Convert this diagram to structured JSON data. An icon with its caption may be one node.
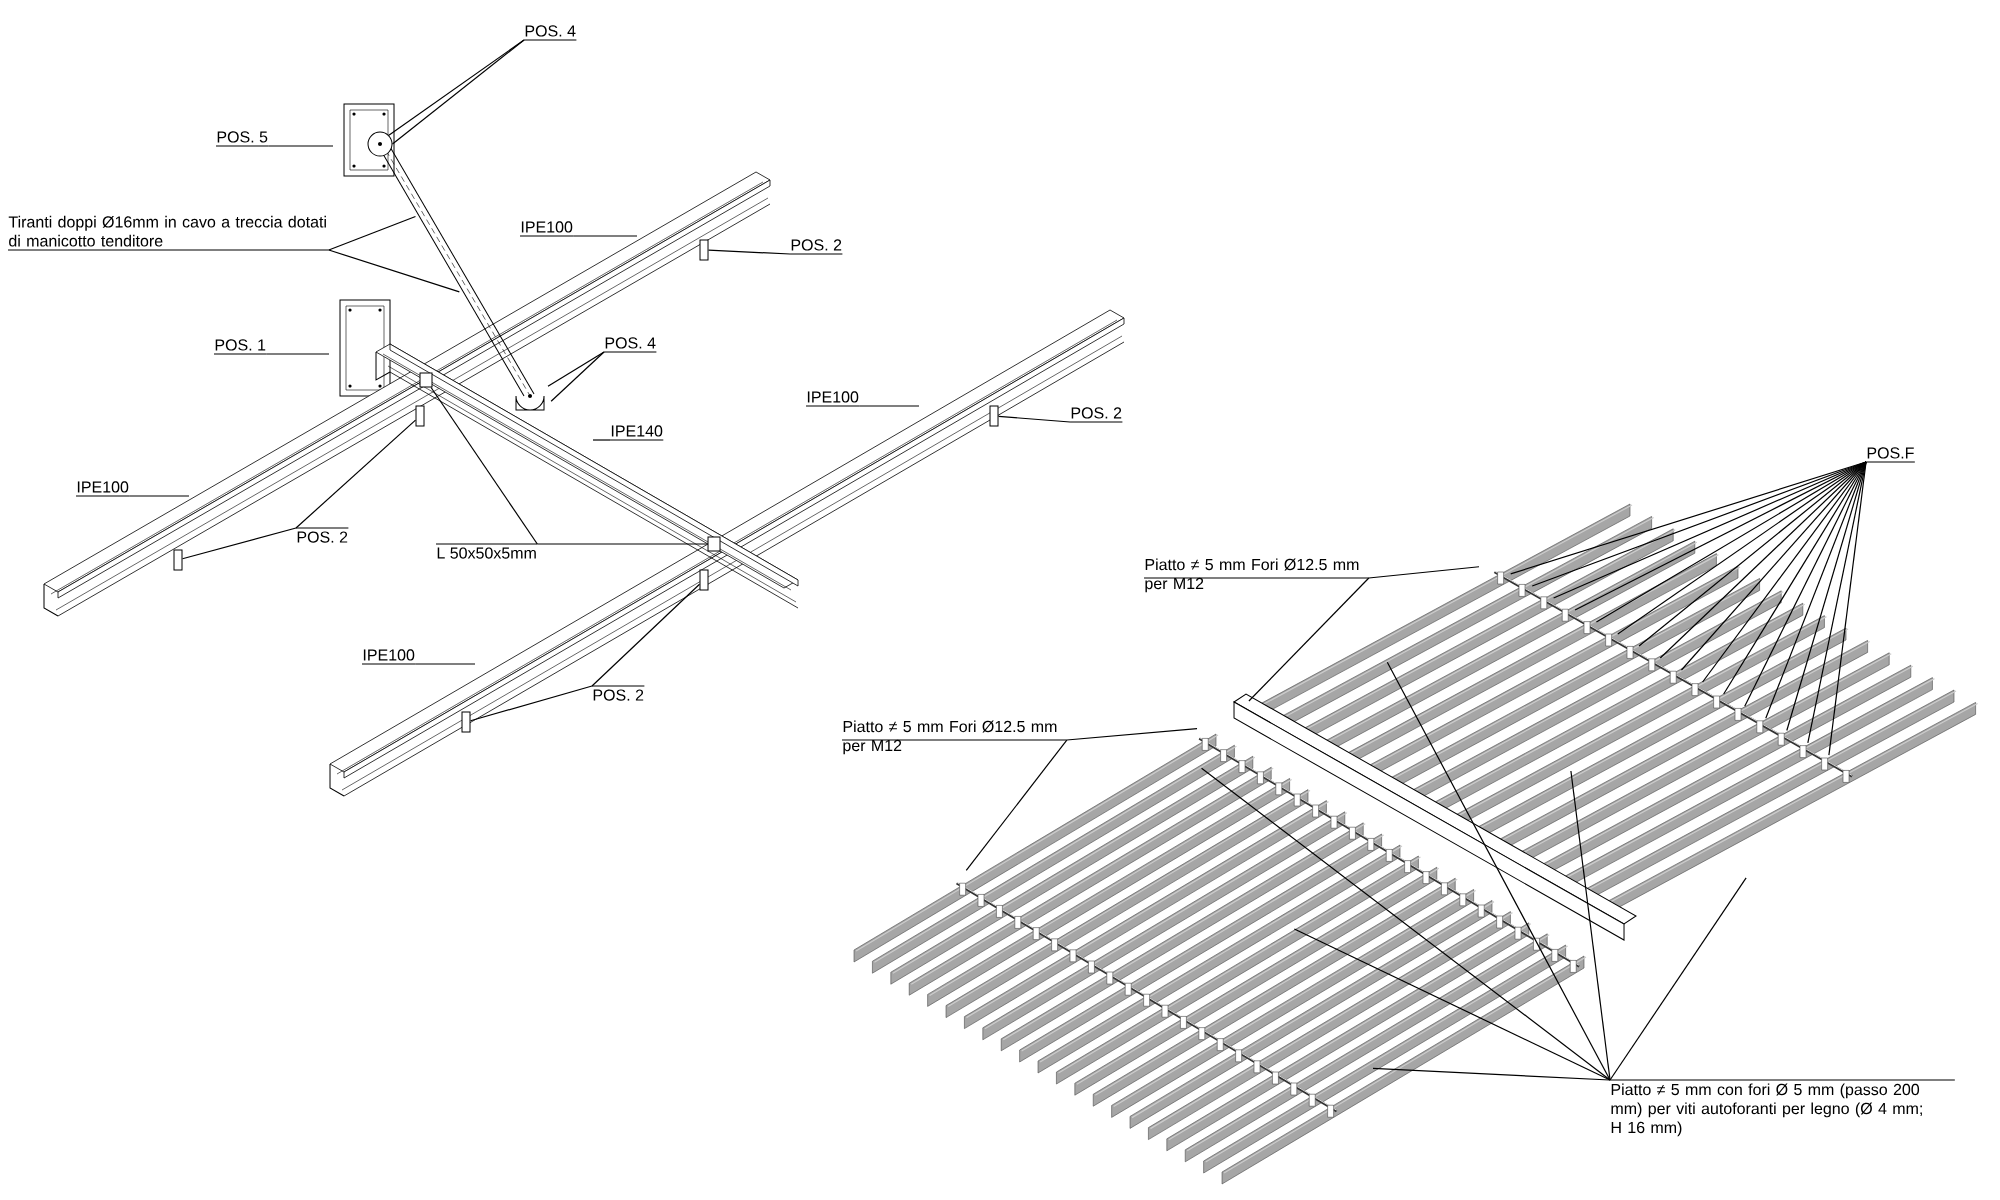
{
  "diagram": {
    "nodes": [
      {
        "text": [
          "POS. 4"
        ]
      },
      {
        "text": [
          "POS. 5"
        ]
      },
      {
        "text": [
          "Tiranti doppi Ø16mm in cavo a treccia dotati di manicotto tenditore"
        ]
      },
      {
        "text": [
          "IPE100"
        ]
      },
      {
        "text": [
          "POS. 2"
        ]
      },
      {
        "text": [
          "POS. 1"
        ]
      },
      {
        "text": [
          "POS. 4"
        ]
      },
      {
        "text": [
          "IPE140"
        ]
      },
      {
        "text": [
          "IPE100"
        ]
      },
      {
        "text": [
          "POS. 2"
        ]
      },
      {
        "text": [
          "IPE100"
        ]
      },
      {
        "text": [
          "POS. 2"
        ]
      },
      {
        "text": [
          "L 50x50x5mm"
        ]
      },
      {
        "text": [
          "IPE100"
        ]
      },
      {
        "text": [
          "POS. 2"
        ]
      },
      {
        "text": [
          "POS.F"
        ]
      },
      {
        "text": [
          "Piatto ≠ 5 mm Fori Ø12.5 mm per M12"
        ]
      },
      {
        "text": [
          "Piatto ≠ 5 mm Fori Ø12.5 mm per M12"
        ]
      },
      {
        "text": [
          "Piatto ≠ 5 mm con fori Ø 5 mm (passo 200 mm) per viti autoforanti per legno (Ø 4 mm; H 16 mm)"
        ]
      },
      {
        "text": [],
        "shape": "circle"
      },
      {
        "text": [],
        "shape": "bar"
      },
      {
        "text": [],
        "shape": "bar"
      },
      {
        "text": [],
        "shape": "bar"
      },
      {
        "text": [],
        "shape": "bar"
      },
      {
        "text": [],
        "shape": "bar"
      },
      {
        "text": [],
        "shape": "bar"
      },
      {
        "text": [],
        "shape": "box"
      },
      {
        "text": [],
        "shape": "box"
      }
    ],
    "edges": [
      {
        "from": 0,
        "to": 19,
        "arrow": "none"
      },
      {
        "from": 0,
        "to": 19,
        "arrow": "none"
      },
      {
        "from": 1,
        "to": null,
        "arrow": "none"
      },
      {
        "from": 2,
        "to": null,
        "arrow": "none"
      },
      {
        "from": 2,
        "to": null,
        "arrow": "none"
      },
      {
        "from": 3,
        "to": null,
        "arrow": "none"
      },
      {
        "from": 4,
        "to": 23,
        "arrow": "none"
      },
      {
        "from": 5,
        "to": null,
        "arrow": "none"
      },
      {
        "from": 6,
        "to": null,
        "arrow": "none"
      },
      {
        "from": 6,
        "to": null,
        "arrow": "none"
      },
      {
        "from": 7,
        "to": null,
        "arrow": "none"
      },
      {
        "from": 8,
        "to": null,
        "arrow": "none"
      },
      {
        "from": 9,
        "to": 25,
        "arrow": "none"
      },
      {
        "from": 10,
        "to": null,
        "arrow": "none"
      },
      {
        "from": 11,
        "to": 21,
        "arrow": "none"
      },
      {
        "from": 11,
        "to": 20,
        "arrow": "none"
      },
      {
        "from": 12,
        "to": 26,
        "arrow": "none"
      },
      {
        "from": 12,
        "to": 27,
        "arrow": "none"
      },
      {
        "from": 13,
        "to": null,
        "arrow": "none"
      },
      {
        "from": 14,
        "to": 24,
        "arrow": "none"
      },
      {
        "from": 14,
        "to": 22,
        "arrow": "none"
      },
      {
        "from": 15,
        "to": null,
        "arrow": "none"
      },
      {
        "from": 15,
        "to": null,
        "arrow": "none"
      },
      {
        "from": 15,
        "to": null,
        "arrow": "none"
      },
      {
        "from": 15,
        "to": null,
        "arrow": "none"
      },
      {
        "from": 15,
        "to": null,
        "arrow": "none"
      },
      {
        "from": 15,
        "to": null,
        "arrow": "none"
      },
      {
        "from": 15,
        "to": null,
        "arrow": "none"
      },
      {
        "from": 15,
        "to": null,
        "arrow": "none"
      },
      {
        "from": 15,
        "to": null,
        "arrow": "none"
      },
      {
        "from": 15,
        "to": null,
        "arrow": "none"
      },
      {
        "from": 15,
        "to": null,
        "arrow": "none"
      },
      {
        "from": 15,
        "to": null,
        "arrow": "none"
      },
      {
        "from": 15,
        "to": null,
        "arrow": "none"
      },
      {
        "from": 15,
        "to": null,
        "arrow": "none"
      },
      {
        "from": 15,
        "to": null,
        "arrow": "none"
      },
      {
        "from": 15,
        "to": null,
        "arrow": "none"
      },
      {
        "from": 16,
        "to": null,
        "arrow": "none"
      },
      {
        "from": 16,
        "to": null,
        "arrow": "none"
      },
      {
        "from": 17,
        "to": null,
        "arrow": "none"
      },
      {
        "from": 17,
        "to": null,
        "arrow": "none"
      },
      {
        "from": 18,
        "to": null,
        "arrow": "none"
      },
      {
        "from": 18,
        "to": null,
        "arrow": "none"
      },
      {
        "from": 18,
        "to": null,
        "arrow": "none"
      },
      {
        "from": 18,
        "to": null,
        "arrow": "none"
      },
      {
        "from": 18,
        "to": null,
        "arrow": "none"
      },
      {
        "from": 18,
        "to": null,
        "arrow": "none"
      }
    ]
  }
}
